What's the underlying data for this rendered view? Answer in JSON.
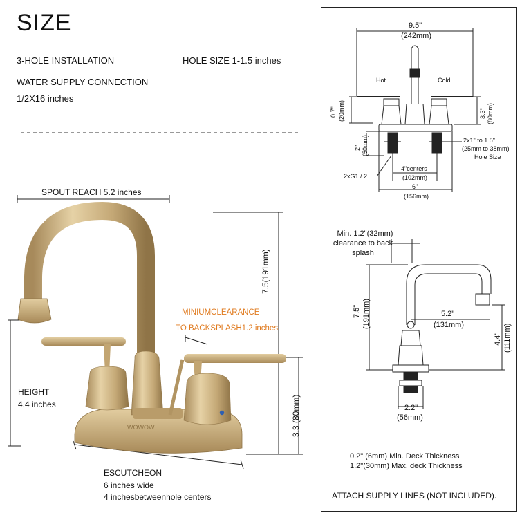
{
  "title": "SIZE",
  "specs": {
    "installation": "3-HOLE INSTALLATION",
    "hole_size": "HOLE SIZE 1-1.5 inches",
    "water_supply": "WATER SUPPLY CONNECTION",
    "water_supply_size": "1/2X16 inches"
  },
  "left_dims": {
    "spout_reach": "SPOUT REACH 5.2 inches",
    "height_total": "7.5(191mm)",
    "clearance_1": "MINIUMCLEARANCE",
    "clearance_2": "TO BACKSPLASH1.2 inches",
    "height_label": "HEIGHT",
    "height_value": "4.4 inches",
    "deck_height": "3.3 (80mm)",
    "escutcheon": "ESCUTCHEON",
    "escutcheon_width": "6 inches wide",
    "escutcheon_centers": "4 inchesbetweenhole centers",
    "brand_mark": "WOWOW"
  },
  "front_view": {
    "width_in": "9.5\"",
    "width_mm": "(242mm)",
    "hot": "Hot",
    "cold": "Cold",
    "handle_h_in": "0.7\"",
    "handle_h_mm": "(20mm)",
    "deck_in": "3.3\"",
    "deck_mm": "(80mm)",
    "shank_in": "2\"",
    "shank_mm": "(50mm)",
    "hole_in": "2x1\" to 1.5\"",
    "hole_mm": "(25mm to 38mm)",
    "hole_label": "Hole Size",
    "thread": "2xG1 / 2",
    "centers_in": "4\"centers",
    "centers_mm": "(102mm)",
    "base_in": "6\"",
    "base_mm": "(156mm)"
  },
  "side_view": {
    "clear_1": "Min. 1.2\"(32mm)",
    "clear_2": "clearance to back",
    "clear_3": "splash",
    "height_in": "7.5\"",
    "height_mm": "(191mm)",
    "reach_in": "5.2\"",
    "reach_mm": "(131mm)",
    "spout_in": "4.4\"",
    "spout_mm": "(111mm)",
    "base_in": "2.2\"",
    "base_mm": "(56mm)",
    "deck_min": "0.2\" (6mm) Min. Deck Thickness",
    "deck_max": "1.2\"(30mm) Max. deck Thickness"
  },
  "footer": "ATTACH SUPPLY LINES (NOT INCLUDED)."
}
